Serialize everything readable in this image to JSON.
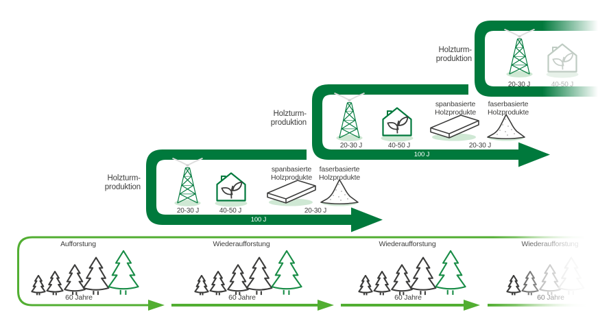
{
  "diagram": {
    "tiers": [
      {
        "label_1": "Holzturm-",
        "label_2": "produktion",
        "tower_years": "20-30 J",
        "house_years": "40-50 J",
        "span_1": "spanbasierte",
        "span_2": "Holzprodukte",
        "fiber_1": "faserbasierte",
        "fiber_2": "Holzprodukte",
        "product_years": "20-30 J",
        "cycle_years": "100 J"
      },
      {
        "label_1": "Holzturm-",
        "label_2": "produktion",
        "tower_years": "20-30 J",
        "house_years": "40-50 J",
        "span_1": "spanbasierte",
        "span_2": "Holzprodukte",
        "fiber_1": "faserbasierte",
        "fiber_2": "Holzprodukte",
        "product_years": "20-30 J",
        "cycle_years": "100 J"
      },
      {
        "label_1": "Holzturm-",
        "label_2": "produktion",
        "tower_years": "20-30 J",
        "house_years": "40-50 J"
      }
    ],
    "forest": {
      "groups": [
        {
          "title": "Aufforstung",
          "duration": "60 Jahre"
        },
        {
          "title": "Wiederaufforstung",
          "duration": "60 Jahre"
        },
        {
          "title": "Wiederaufforstung",
          "duration": "60 Jahre"
        },
        {
          "title": "Wiederaufforstung",
          "duration": "60 Jahre"
        }
      ]
    },
    "colors": {
      "dark_green": "#00793C",
      "bright_green": "#52AE32",
      "pale_green": "#CFE8D4",
      "tree_green": "#188C46",
      "text_gray": "#3C3C3B"
    }
  }
}
